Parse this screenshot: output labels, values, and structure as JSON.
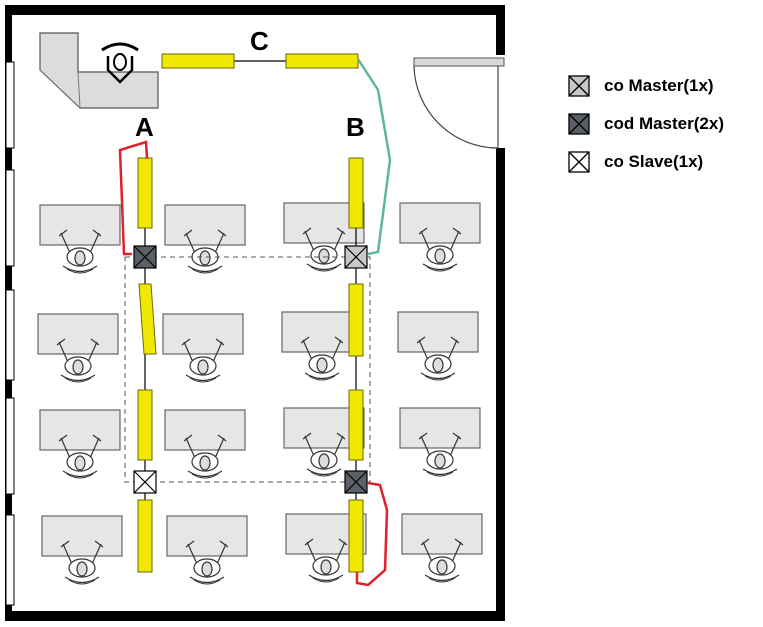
{
  "labels": {
    "a": "A",
    "b": "B",
    "c": "C"
  },
  "legend": [
    {
      "label": "co Master(1x)",
      "fill": "#c8c8c8",
      "icon": "crossed-box-icon"
    },
    {
      "label": "cod Master(2x)",
      "fill": "#5a6066",
      "icon": "crossed-box-icon"
    },
    {
      "label": "co Slave(1x)",
      "fill": "#ffffff",
      "icon": "crossed-box-icon"
    }
  ],
  "colors": {
    "luminaire": "#f0e800",
    "red_cable": "#e0202a",
    "green_cable": "#5fb79a",
    "desk": "#e6e6e6",
    "wall": "#000000"
  }
}
